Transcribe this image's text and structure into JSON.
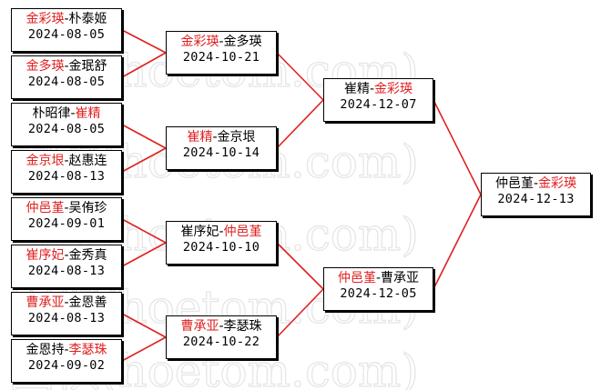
{
  "watermark": "围棋(hoetom.com)",
  "colors": {
    "winner": "#e02020",
    "normal": "#000000",
    "connector": "#e02020"
  },
  "sep": "-",
  "matches": {
    "r1_1": {
      "p1": "金彩瑛",
      "p2": "朴泰姬",
      "winner": 1,
      "date": "2024-08-05"
    },
    "r1_2": {
      "p1": "金多瑛",
      "p2": "金珉舒",
      "winner": 1,
      "date": "2024-08-05"
    },
    "r1_3": {
      "p1": "朴昭律",
      "p2": "崔精",
      "winner": 2,
      "date": "2024-08-05"
    },
    "r1_4": {
      "p1": "金京垠",
      "p2": "赵惠连",
      "winner": 1,
      "date": "2024-08-13"
    },
    "r1_5": {
      "p1": "仲邑堇",
      "p2": "吴侑珍",
      "winner": 1,
      "date": "2024-09-01"
    },
    "r1_6": {
      "p1": "崔序妃",
      "p2": "金秀真",
      "winner": 1,
      "date": "2024-08-13"
    },
    "r1_7": {
      "p1": "曹承亚",
      "p2": "金恩善",
      "winner": 1,
      "date": "2024-08-13"
    },
    "r1_8": {
      "p1": "金恩持",
      "p2": "李瑟珠",
      "winner": 2,
      "date": "2024-09-02"
    },
    "qf_1": {
      "p1": "金彩瑛",
      "p2": "金多瑛",
      "winner": 1,
      "date": "2024-10-21"
    },
    "qf_2": {
      "p1": "崔精",
      "p2": "金京垠",
      "winner": 1,
      "date": "2024-10-14"
    },
    "qf_3": {
      "p1": "崔序妃",
      "p2": "仲邑堇",
      "winner": 2,
      "date": "2024-10-10"
    },
    "qf_4": {
      "p1": "曹承亚",
      "p2": "李瑟珠",
      "winner": 1,
      "date": "2024-10-22"
    },
    "sf_1": {
      "p1": "崔精",
      "p2": "金彩瑛",
      "winner": 2,
      "date": "2024-12-07"
    },
    "sf_2": {
      "p1": "仲邑堇",
      "p2": "曹承亚",
      "winner": 1,
      "date": "2024-12-05"
    },
    "final": {
      "p1": "仲邑堇",
      "p2": "金彩瑛",
      "winner": 2,
      "date": "2024-12-13"
    }
  }
}
